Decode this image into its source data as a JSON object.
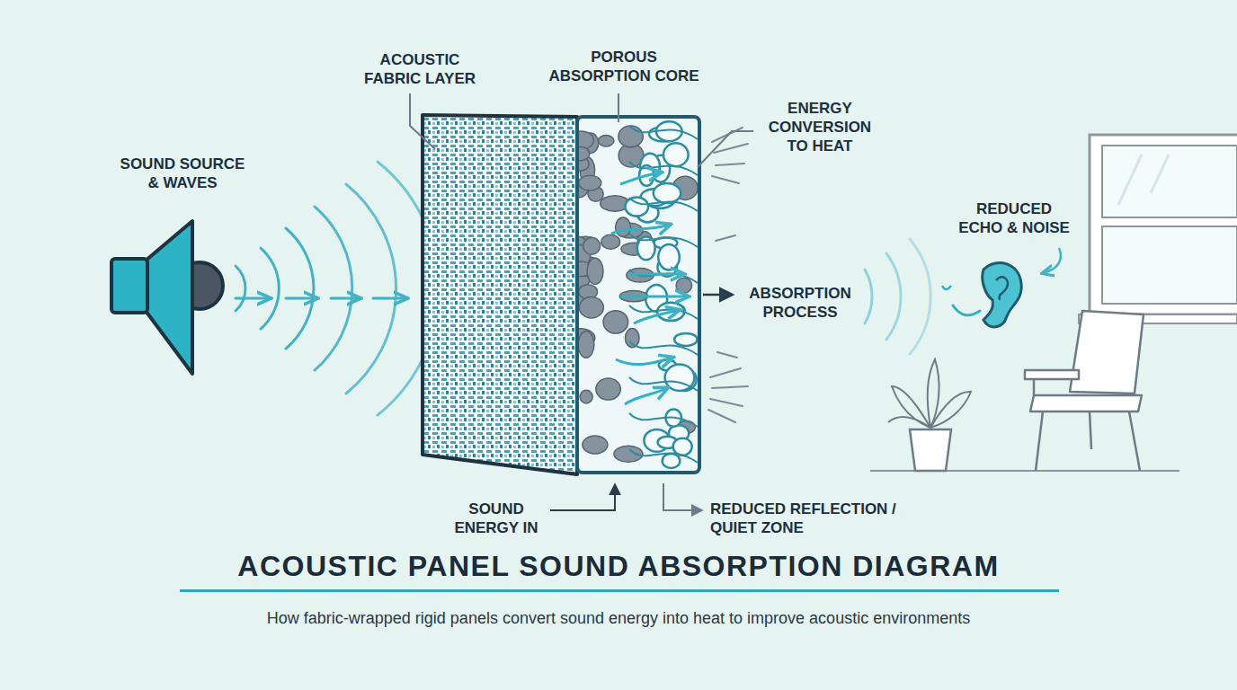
{
  "diagram": {
    "title": "ACOUSTIC PANEL SOUND ABSORPTION DIAGRAM",
    "caption": "How fabric-wrapped rigid panels convert sound energy into heat to improve acoustic environments",
    "labels": [
      "SOUND SOURCE & WAVES",
      "ACOUSTIC FABRIC LAYER",
      "POROUS ABSORPTION CORE",
      "ENERGY CONVERSION TO HEAT",
      "REDUCED ECHO & NOISE",
      "ABSORPTION PROCESS",
      "SOUND ENERGY IN",
      "REDUCED REFLECTION / QUIET ZONE"
    ]
  }
}
